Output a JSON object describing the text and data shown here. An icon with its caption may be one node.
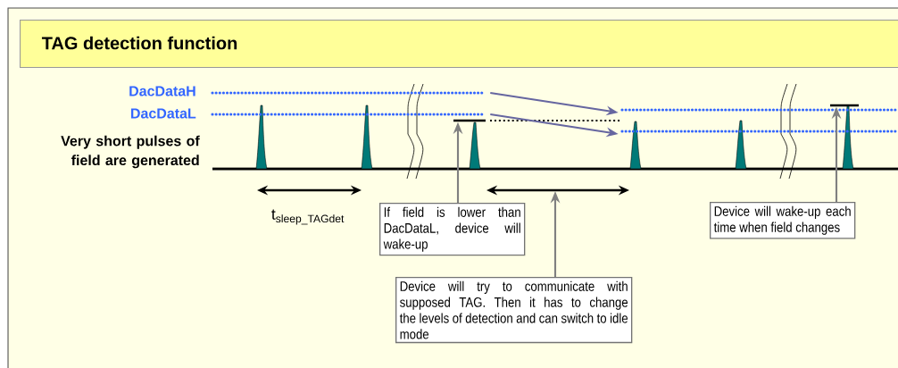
{
  "diagram": {
    "title": "TAG detection function",
    "nodes": [
      {
        "text": [],
        "shape": "line"
      },
      {
        "text": [],
        "shape": "line"
      },
      {
        "text": [],
        "shape": "bar"
      },
      {
        "text": [],
        "shape": "line"
      },
      {
        "text": [],
        "shape": "line"
      },
      {
        "text": [],
        "shape": "bar"
      },
      {
        "text": [
          "If field is lower than DacDataL, device will wake-up"
        ]
      },
      {
        "text": [
          "Device will try to communicate with supposed TAG. Then it has to change the levels of detection and can switch to idle mode"
        ]
      },
      {
        "text": [
          "Device will wake-up each time when field changes"
        ]
      }
    ],
    "edges": [
      {
        "from": 0,
        "to": 3,
        "arrow": "to",
        "color": "#6666a0"
      },
      {
        "from": 1,
        "to": 4,
        "arrow": "to",
        "color": "#6666a0"
      },
      {
        "from": 6,
        "to": 2,
        "arrow": "to"
      },
      {
        "from": 7,
        "to": null,
        "arrow": "to"
      },
      {
        "from": 8,
        "to": 5,
        "arrow": "to"
      }
    ],
    "labels": [
      "DacDataH",
      "DacDataL",
      "Very short pulses of field are generated",
      "\\text{t}_{\\text{sleep\\_TAGdet}}"
    ]
  }
}
